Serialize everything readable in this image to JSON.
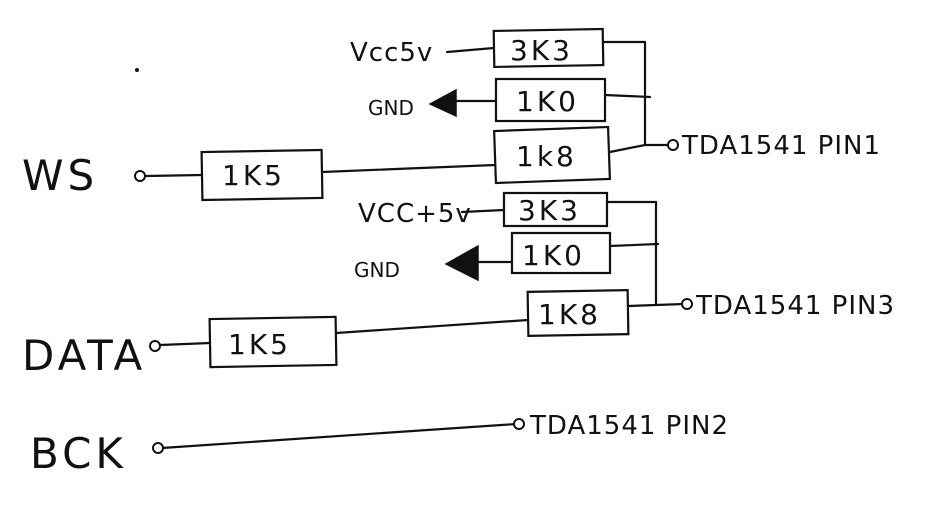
{
  "inputs": {
    "ws": "WS",
    "data": "DATA",
    "bck": "BCK"
  },
  "ws_network": {
    "vcc_label": "Vcc5v",
    "gnd_label": "GND",
    "series_resistor": "1K5",
    "pullup_resistor": "3K3",
    "pulldown_resistor": "1K0",
    "output_resistor": "1k8",
    "output_pin": "TDA1541 PIN1"
  },
  "data_network": {
    "vcc_label": "VCC+5v",
    "gnd_label": "GND",
    "series_resistor": "1K5",
    "pullup_resistor": "3K3",
    "pulldown_resistor": "1K0",
    "output_resistor": "1K8",
    "output_pin": "TDA1541 PIN3"
  },
  "bck_network": {
    "output_pin": "TDA1541 PIN2"
  },
  "colors": {
    "ink": "#111111",
    "paper": "#ffffff"
  }
}
